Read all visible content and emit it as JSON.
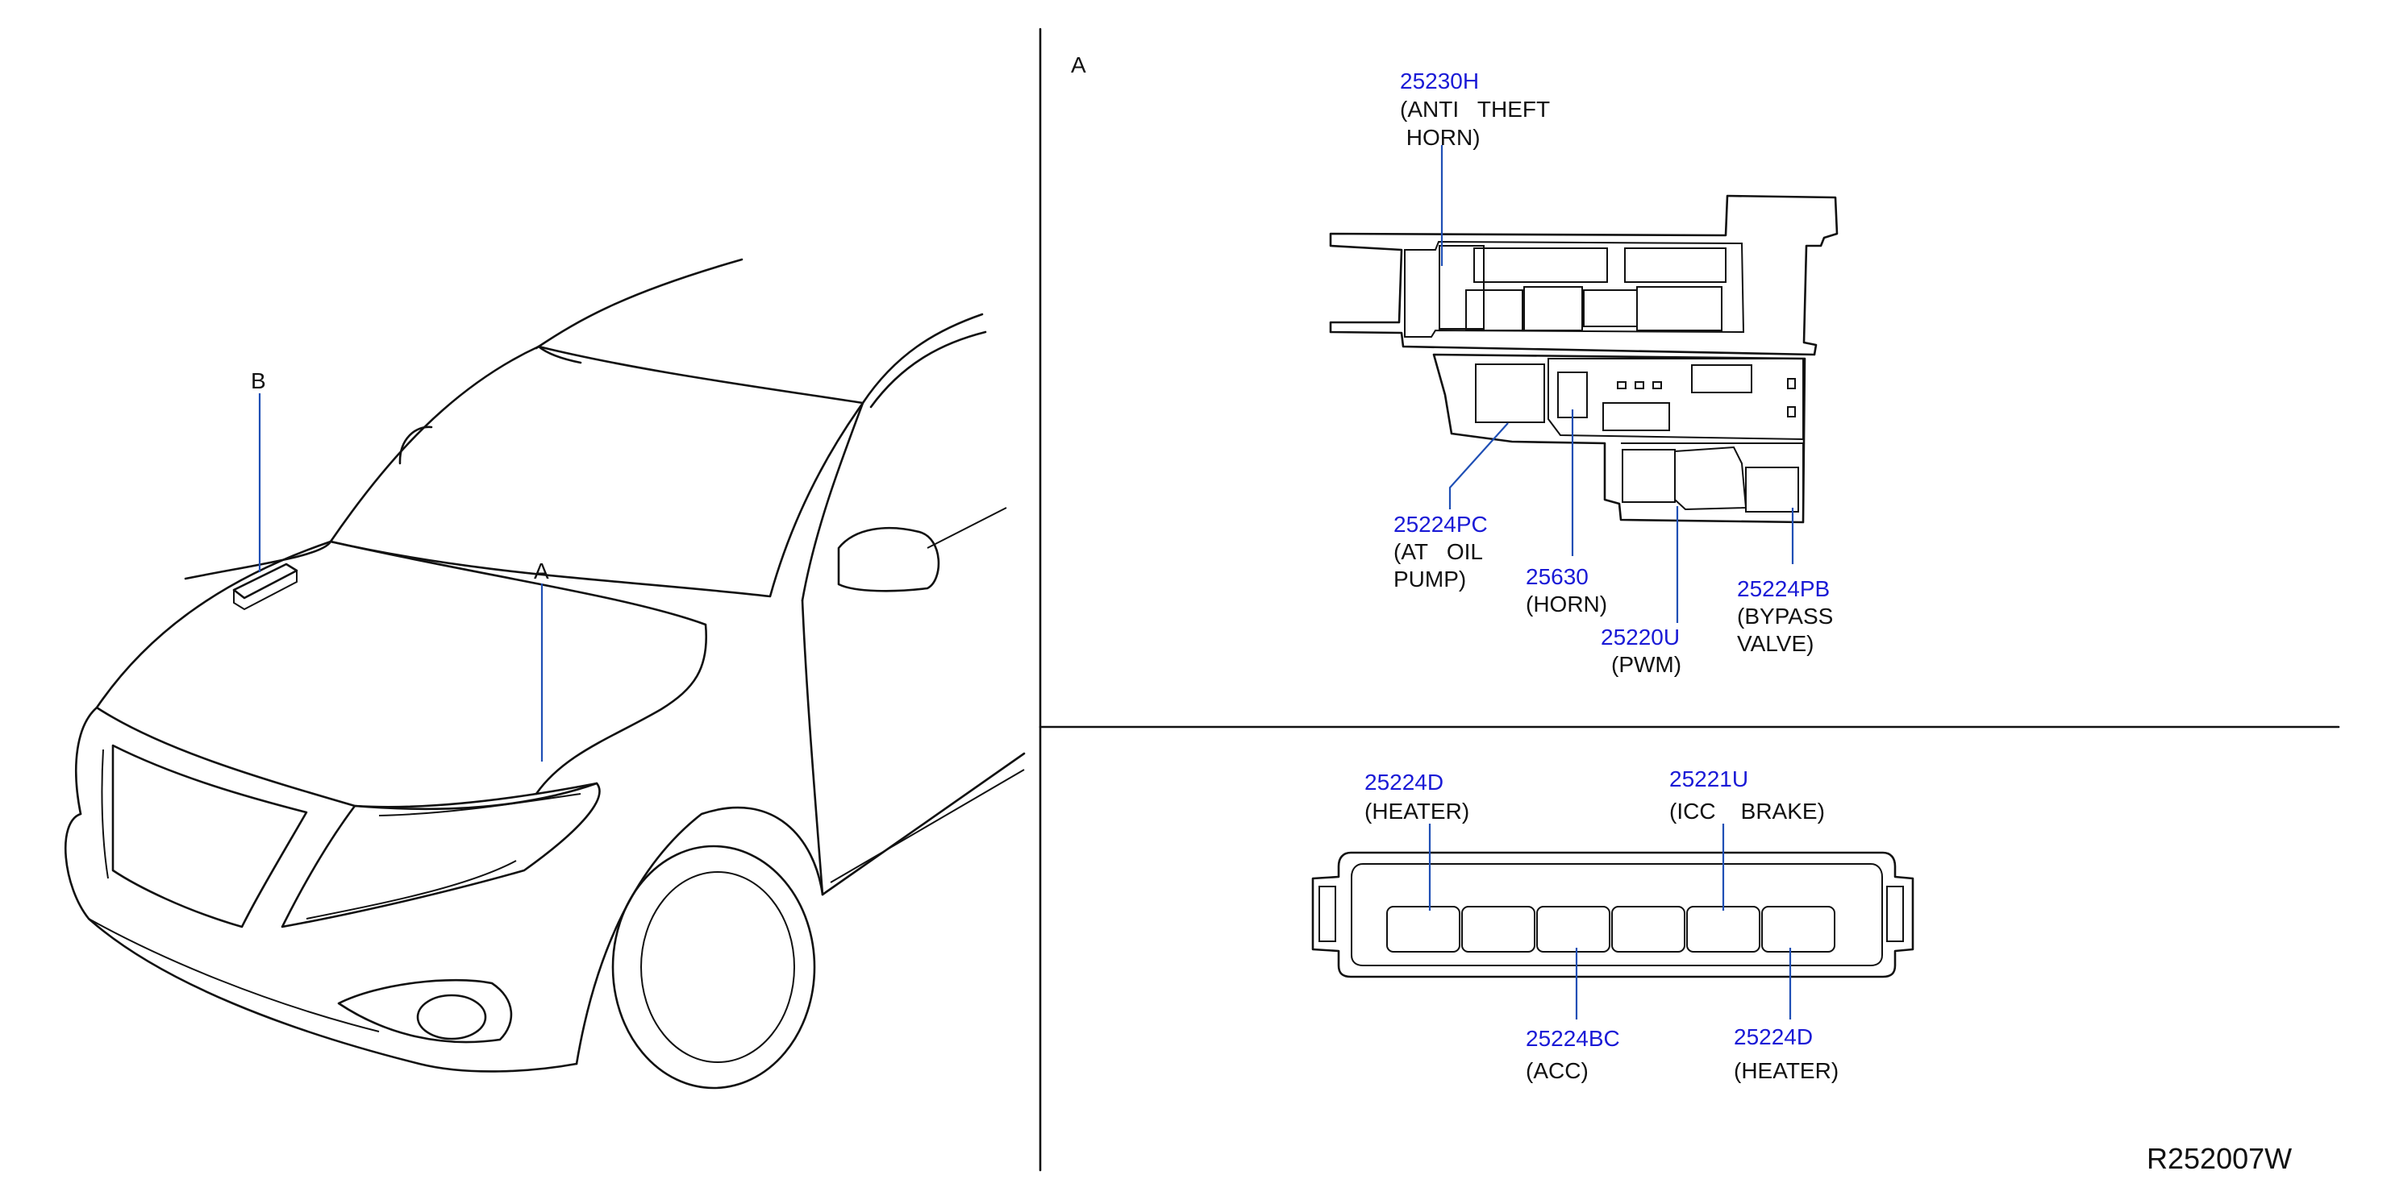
{
  "colors": {
    "line_art": "#111111",
    "part_number": "#1a1ad6",
    "leader_line": "#1f4fb5",
    "background": "#ffffff"
  },
  "vehicle_view": {
    "markers": {
      "b": "B",
      "a": "A"
    }
  },
  "detail_a": {
    "view_label": "A",
    "callouts": {
      "anti_theft_horn": {
        "part_number": "25230H",
        "desc_line1": "(ANTI   THEFT",
        "desc_line2": " HORN)"
      },
      "at_oil_pump": {
        "part_number": "25224PC",
        "desc_line1": "(AT   OIL",
        "desc_line2": "PUMP)"
      },
      "horn": {
        "part_number": "25630",
        "desc_line1": "(HORN)"
      },
      "pwm": {
        "part_number": "25220U",
        "desc_line1": "(PWM)"
      },
      "bypass_valve": {
        "part_number": "25224PB",
        "desc_line1": "(BYPASS",
        "desc_line2": "VALVE)"
      }
    }
  },
  "detail_b": {
    "callouts": {
      "heater_left": {
        "part_number": "25224D",
        "desc_line1": "(HEATER)"
      },
      "icc_brake": {
        "part_number": "25221U",
        "desc_line1": "(ICC    BRAKE)"
      },
      "acc": {
        "part_number": "25224BC",
        "desc_line1": "(ACC)"
      },
      "heater_right": {
        "part_number": "25224D",
        "desc_line1": "(HEATER)"
      }
    }
  },
  "diagram_code": "R252007W"
}
